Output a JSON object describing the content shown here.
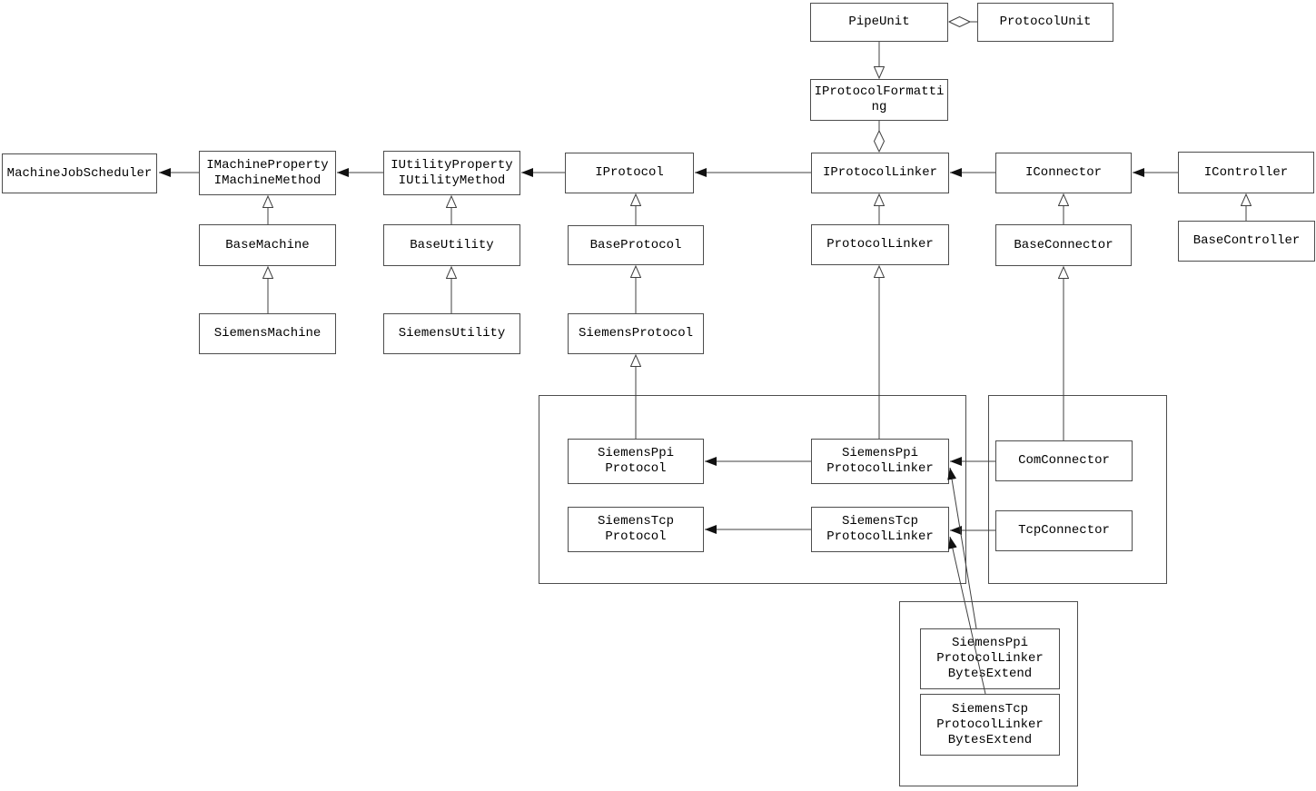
{
  "diagram_type": "uml-class-diagram",
  "colors": {
    "background": "#ffffff",
    "box_border": "#4d4d4d",
    "wire": "#404040",
    "arrow_fill": "#111111",
    "text": "#000000"
  },
  "nodes": {
    "pipe_unit": {
      "label": "PipeUnit"
    },
    "protocol_unit": {
      "label": "ProtocolUnit"
    },
    "iprotocol_formatting": {
      "label": "IProtocolFormatti\nng"
    },
    "machine_job_scheduler": {
      "label": "MachineJobScheduler"
    },
    "imachine": {
      "label": "IMachineProperty\nIMachineMethod"
    },
    "iutility": {
      "label": "IUtilityProperty\nIUtilityMethod"
    },
    "iprotocol": {
      "label": "IProtocol"
    },
    "iprotocol_linker": {
      "label": "IProtocolLinker"
    },
    "iconnector": {
      "label": "IConnector"
    },
    "icontroller": {
      "label": "IController"
    },
    "base_machine": {
      "label": "BaseMachine"
    },
    "base_utility": {
      "label": "BaseUtility"
    },
    "base_protocol": {
      "label": "BaseProtocol"
    },
    "protocol_linker": {
      "label": "ProtocolLinker"
    },
    "base_connector": {
      "label": "BaseConnector"
    },
    "base_controller": {
      "label": "BaseController"
    },
    "siemens_machine": {
      "label": "SiemensMachine"
    },
    "siemens_utility": {
      "label": "SiemensUtility"
    },
    "siemens_protocol": {
      "label": "SiemensProtocol"
    },
    "siemens_ppi_protocol": {
      "label": "SiemensPpi\nProtocol"
    },
    "siemens_tcp_protocol": {
      "label": "SiemensTcp\nProtocol"
    },
    "siemens_ppi_protocol_linker": {
      "label": "SiemensPpi\nProtocolLinker"
    },
    "siemens_tcp_protocol_linker": {
      "label": "SiemensTcp\nProtocolLinker"
    },
    "com_connector": {
      "label": "ComConnector"
    },
    "tcp_connector": {
      "label": "TcpConnector"
    },
    "ppi_bytes_extend": {
      "label": "SiemensPpi\nProtocolLinker\nBytesExtend"
    },
    "tcp_bytes_extend": {
      "label": "SiemensTcp\nProtocolLinker\nBytesExtend"
    }
  },
  "edges": [
    {
      "from": "ProtocolUnit",
      "to": "PipeUnit",
      "type": "aggregation"
    },
    {
      "from": "PipeUnit",
      "to": "IProtocolFormatting",
      "type": "generalization"
    },
    {
      "from": "IProtocolFormatting",
      "to": "IProtocolLinker",
      "type": "aggregation"
    },
    {
      "from": "IMachineProperty/IMachineMethod",
      "to": "MachineJobScheduler",
      "type": "association"
    },
    {
      "from": "IUtilityProperty/IUtilityMethod",
      "to": "IMachineProperty/IMachineMethod",
      "type": "association"
    },
    {
      "from": "IProtocol",
      "to": "IUtilityProperty/IUtilityMethod",
      "type": "association"
    },
    {
      "from": "IProtocolLinker",
      "to": "IProtocol",
      "type": "association"
    },
    {
      "from": "IConnector",
      "to": "IProtocolLinker",
      "type": "association"
    },
    {
      "from": "IController",
      "to": "IConnector",
      "type": "association"
    },
    {
      "from": "BaseMachine",
      "to": "IMachineProperty/IMachineMethod",
      "type": "generalization"
    },
    {
      "from": "SiemensMachine",
      "to": "BaseMachine",
      "type": "generalization"
    },
    {
      "from": "BaseUtility",
      "to": "IUtilityProperty/IUtilityMethod",
      "type": "generalization"
    },
    {
      "from": "SiemensUtility",
      "to": "BaseUtility",
      "type": "generalization"
    },
    {
      "from": "BaseProtocol",
      "to": "IProtocol",
      "type": "generalization"
    },
    {
      "from": "SiemensProtocol",
      "to": "BaseProtocol",
      "type": "generalization"
    },
    {
      "from": "ProtocolLinker",
      "to": "IProtocolLinker",
      "type": "generalization"
    },
    {
      "from": "BaseConnector",
      "to": "IConnector",
      "type": "generalization"
    },
    {
      "from": "BaseController",
      "to": "IController",
      "type": "generalization"
    },
    {
      "from": "SiemensPpiProtocol",
      "to": "SiemensProtocol",
      "type": "generalization"
    },
    {
      "from": "SiemensPpiProtocolLinker",
      "to": "ProtocolLinker",
      "type": "generalization"
    },
    {
      "from": "ComConnector",
      "to": "BaseConnector",
      "type": "generalization"
    },
    {
      "from": "SiemensPpiProtocolLinker",
      "to": "SiemensPpiProtocol",
      "type": "association"
    },
    {
      "from": "SiemensTcpProtocolLinker",
      "to": "SiemensTcpProtocol",
      "type": "association"
    },
    {
      "from": "ComConnector",
      "to": "SiemensPpiProtocolLinker",
      "type": "association"
    },
    {
      "from": "TcpConnector",
      "to": "SiemensTcpProtocolLinker",
      "type": "association"
    },
    {
      "from": "SiemensPpiProtocolLinkerBytesExtend",
      "to": "SiemensPpiProtocolLinker",
      "type": "association"
    },
    {
      "from": "SiemensTcpProtocolLinkerBytesExtend",
      "to": "SiemensTcpProtocolLinker",
      "type": "association"
    }
  ]
}
